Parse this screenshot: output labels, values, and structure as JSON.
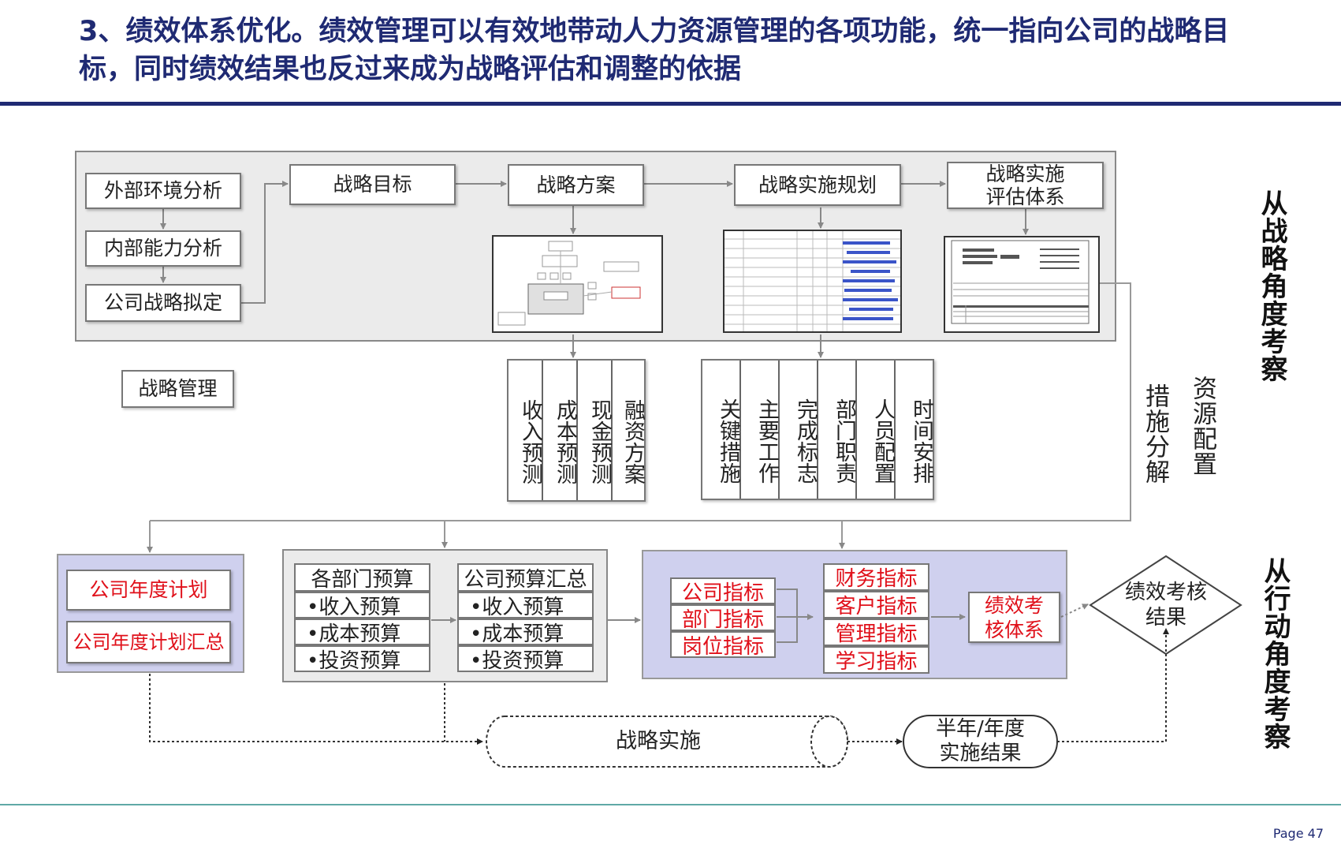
{
  "title": "3、绩效体系优化。绩效管理可以有效地带动人力资源管理的各项功能，统一指向公司的战略目标，同时绩效结果也反过来成为战略评估和调整的依据",
  "page_number": "Page 47",
  "strategy_section": {
    "analysis": [
      "外部环境分析",
      "内部能力分析",
      "公司战略拟定"
    ],
    "steps": [
      "战略目标",
      "战略方案",
      "战略实施规划"
    ],
    "evaluation": [
      "战略实施",
      "评估体系"
    ],
    "label": "战略管理"
  },
  "plan_columns": [
    "收入预测",
    "成本预测",
    "现金预测",
    "融资方案"
  ],
  "impl_columns": [
    "关键措施",
    "主要工作",
    "完成标志",
    "部门职责",
    "人员配置",
    "时间安排"
  ],
  "side_labels": {
    "measure_breakdown": "措施分解",
    "resource_allocation": "资源配置",
    "strategic_view": "从战略角度考察",
    "action_view": "从行动角度考察"
  },
  "annual_plan": [
    "公司年度计划",
    "公司年度计划汇总"
  ],
  "budgets": {
    "dept": {
      "title": "各部门预算",
      "items": [
        "•收入预算",
        "•成本预算",
        "•投资预算"
      ]
    },
    "company": {
      "title": "公司预算汇总",
      "items": [
        "•收入预算",
        "•成本预算",
        "•投资预算"
      ]
    }
  },
  "indicators": {
    "levels": [
      "公司指标",
      "部门指标",
      "岗位指标"
    ],
    "types": [
      "财务指标",
      "客户指标",
      "管理指标",
      "学习指标"
    ],
    "system": [
      "绩效考",
      "核体系"
    ]
  },
  "result_diamond": [
    "绩效考核",
    "结果"
  ],
  "implementation": "战略实施",
  "period_result": [
    "半年/年度",
    "实施结果"
  ],
  "colors": {
    "title": "#1f2a73",
    "red_text": "#e0101a",
    "panel_gray": "#ebebeb",
    "panel_lavender": "#cfd0ee",
    "footer_rule": "#5fa9a6"
  }
}
